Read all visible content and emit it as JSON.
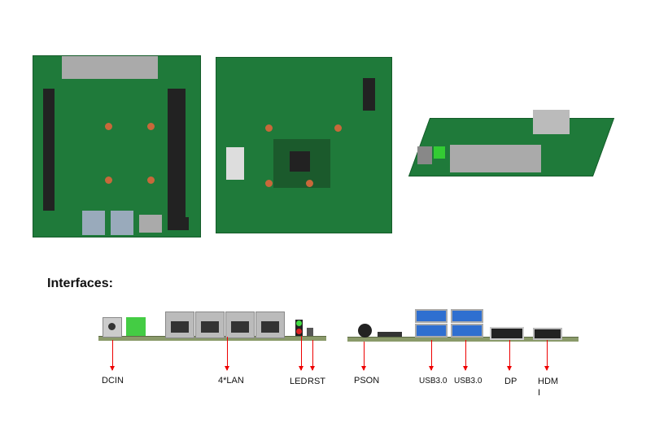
{
  "heading": "Interfaces:",
  "left_panel": {
    "labels": {
      "dcin": "DCIN",
      "lan": "4*LAN",
      "led": "LED",
      "rst": "RST"
    }
  },
  "right_panel": {
    "labels": {
      "pson": "PSON",
      "usb1": "USB3.0",
      "usb2": "USB3.0",
      "dp": "DP",
      "hdmi_1": "HDM",
      "hdmi_2": "I"
    }
  },
  "colors": {
    "pcb": "#1f7a3a",
    "arrow": "#e00000",
    "usb": "#2f6fd0"
  }
}
